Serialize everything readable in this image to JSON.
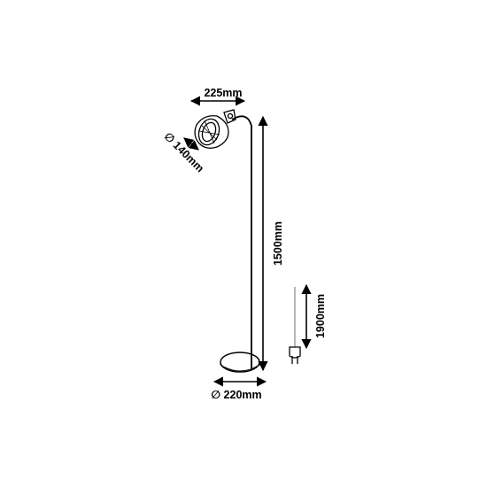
{
  "dimensions": {
    "top_width": "225mm",
    "shade_diameter": "∅ 140mm",
    "height": "1500mm",
    "cable_length": "1900mm",
    "base_diameter": "∅ 220mm"
  },
  "colors": {
    "line": "#000000",
    "cable": "#9a9a9a",
    "background": "#ffffff"
  }
}
